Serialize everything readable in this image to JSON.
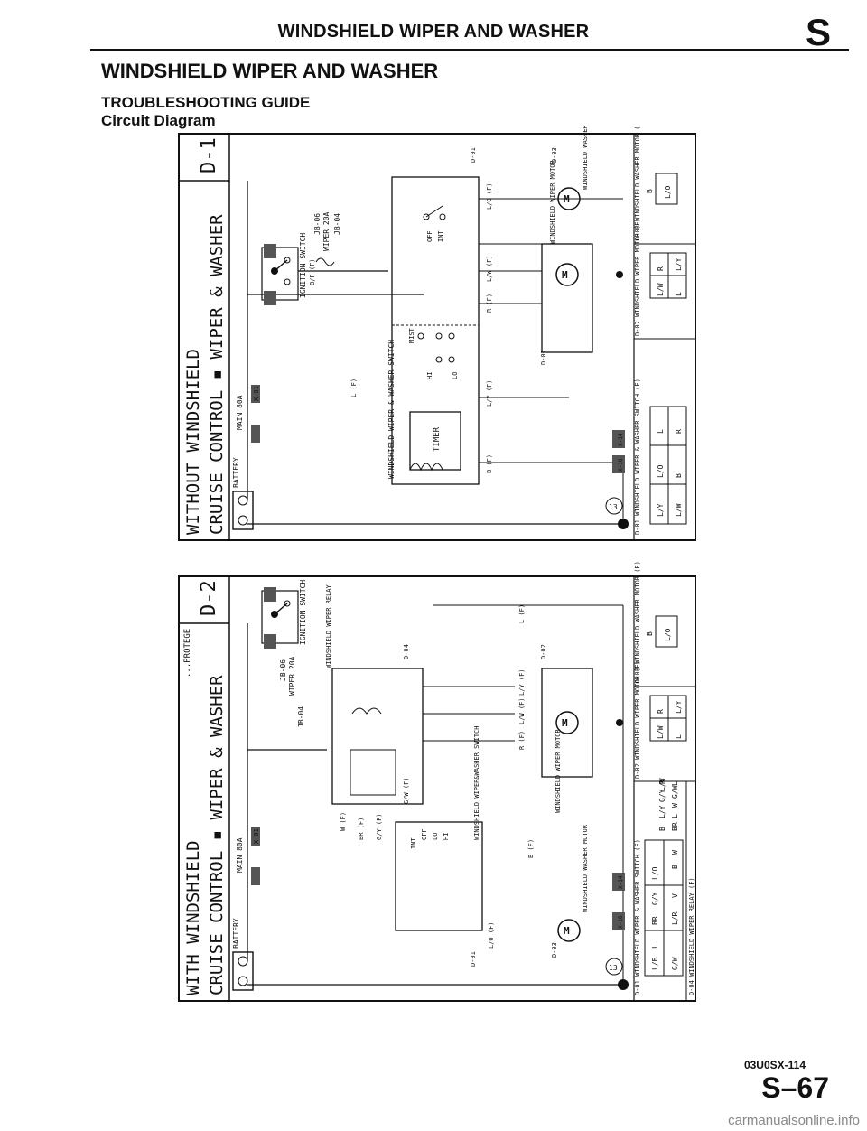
{
  "header": {
    "title": "WINDSHIELD WIPER AND WASHER",
    "section": "S"
  },
  "main_title": "WINDSHIELD WIPER AND WASHER",
  "subtitle1": "TROUBLESHOOTING GUIDE",
  "subtitle2": "Circuit Diagram",
  "diagram_d1": {
    "heading_line1": "WITHOUT          WINDSHIELD",
    "heading_line2": "CRUISE CONTROL ▪ WIPER & WASHER",
    "code": "D-1",
    "labels": {
      "battery": "BATTERY",
      "main": "MAIN 80A",
      "ignition": "IGNITION SWITCH",
      "wiper_fuse": "WIPER 20A",
      "jb06": "JB-06",
      "jb04": "JB-04",
      "switch": "WINDSHIELD WIPER & WASHER SWITCH",
      "timer": "TIMER",
      "mist": "MIST",
      "off": "OFF",
      "int": "INT",
      "hi": "HI",
      "lo": "LO",
      "wiper_motor": "WINDSHIELD WIPER MOTOR",
      "washer_motor": "WINDSHIELD WASHER MOTOR",
      "d01": "D-01",
      "d02": "D-02",
      "d03": "D-03",
      "x01": "X-01",
      "x02": "X-02",
      "x14": "X-14",
      "x16": "X-16",
      "wire_b": "B (F)",
      "wire_l": "L (F)",
      "wire_lo": "L/O (F)",
      "wire_ly": "L/Y (F)",
      "wire_lw": "L/W (F)",
      "wire_r": "R (F)",
      "wire_bf": "B/F (F)"
    },
    "connectors": [
      {
        "title": "D-01 WINDSHIELD WIPER & WASHER SWITCH (F)",
        "pins": [
          "L/Y",
          "L/O",
          "L",
          "L/W",
          "B",
          "R",
          "×"
        ]
      },
      {
        "title": "D-02 WINDSHIELD WIPER MOTOR (F)",
        "pins": [
          "L/W",
          "R",
          "L",
          "L/Y"
        ]
      },
      {
        "title": "D-03 WINDSHIELD WASHER MOTOR (F)",
        "pins": [
          "B",
          "L/O"
        ]
      }
    ]
  },
  "diagram_d2": {
    "heading_line1": "WITH                WINDSHIELD",
    "heading_line2": "CRUISE CONTROL ▪ WIPER & WASHER",
    "code": "D-2",
    "model": "...PROTEGE",
    "labels": {
      "battery": "BATTERY",
      "main": "MAIN 80A",
      "ignition": "IGNITION SWITCH",
      "wiper_fuse": "WIPER 20A",
      "jb06": "JB-06",
      "jb04": "JB-04",
      "relay": "WINDSHIELD WIPER RELAY",
      "switch": "WINDSHIELD WIPER&WASHER SWITCH",
      "wiper_motor": "WINDSHIELD WIPER MOTOR",
      "washer_motor": "WINDSHIELD WASHER MOTOR",
      "int": "INT",
      "off": "OFF",
      "hi": "HI",
      "lo": "LO",
      "d01": "D-01",
      "d02": "D-02",
      "d03": "D-03",
      "d04": "D-04",
      "x01": "X-01",
      "x02": "X-02",
      "x14": "X-14",
      "x16": "X-16",
      "wire_b": "B (F)",
      "wire_w": "W (F)",
      "wire_br": "BR (F)",
      "wire_gy": "G/Y (F)",
      "wire_gw": "G/W (F)",
      "wire_lof": "L/O (F)",
      "wire_ly": "L/Y (F)",
      "wire_lw": "L/W (F)",
      "wire_r": "R (F)",
      "wire_l": "L (F)"
    },
    "connectors": [
      {
        "title": "D-01 WINDSHIELD WIPER & WASHER SWITCH (F)",
        "pins": [
          "L/B",
          "L",
          "G/W",
          "L/R",
          "V",
          "BR",
          "G/Y",
          "L/O",
          "×",
          "B",
          "W"
        ]
      },
      {
        "title": "D-02 WINDSHIELD WIPER MOTOR (F)",
        "pins": [
          "L/W",
          "R",
          "L",
          "L/Y"
        ]
      },
      {
        "title": "D-03 WINDSHIELD WASHER MOTOR (F)",
        "pins": [
          "B",
          "L/O"
        ]
      },
      {
        "title": "D-04 WINDSHIELD WIPER RELAY (F)",
        "pins": [
          "B",
          "L/Y",
          "G/Y",
          "L/W",
          "R",
          "BR",
          "L",
          "W",
          "G/W",
          "L"
        ]
      }
    ]
  },
  "footer": {
    "ref": "03U0SX-114",
    "page": "S–67",
    "watermark": "carmanualsonline.info"
  }
}
